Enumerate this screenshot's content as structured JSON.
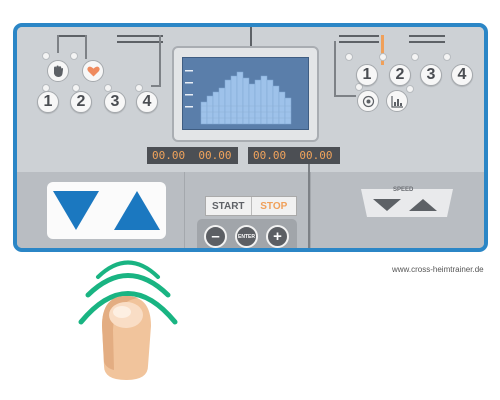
{
  "colors": {
    "frame": "#2b86c6",
    "console_top": "#cdd1d5",
    "console_bottom": "#b9bdc2",
    "screen": "#5a7eaa",
    "digits_bg": "#4c4f54",
    "digits_text": "#f0a35c",
    "arrow_blue": "#1b78c0",
    "signal_green": "#19b482",
    "finger": "#f1c49c"
  },
  "left_panel": {
    "icons": [
      "hand-pulse-icon",
      "heart-icon"
    ],
    "buttons": [
      "1",
      "2",
      "3",
      "4"
    ]
  },
  "right_panel": {
    "buttons": [
      "1",
      "2",
      "3",
      "4"
    ],
    "icons": [
      "target-icon",
      "profile-chart-icon"
    ]
  },
  "displays": {
    "left": [
      "00.00",
      "00.00"
    ],
    "right": [
      "00.00",
      "00.00"
    ]
  },
  "controls": {
    "start_label": "START",
    "stop_label": "STOP",
    "minus_label": "–",
    "enter_label": "ENTER",
    "plus_label": "+",
    "speed_label": "SPEED"
  },
  "watermark": "www.cross-heimtrainer.de"
}
